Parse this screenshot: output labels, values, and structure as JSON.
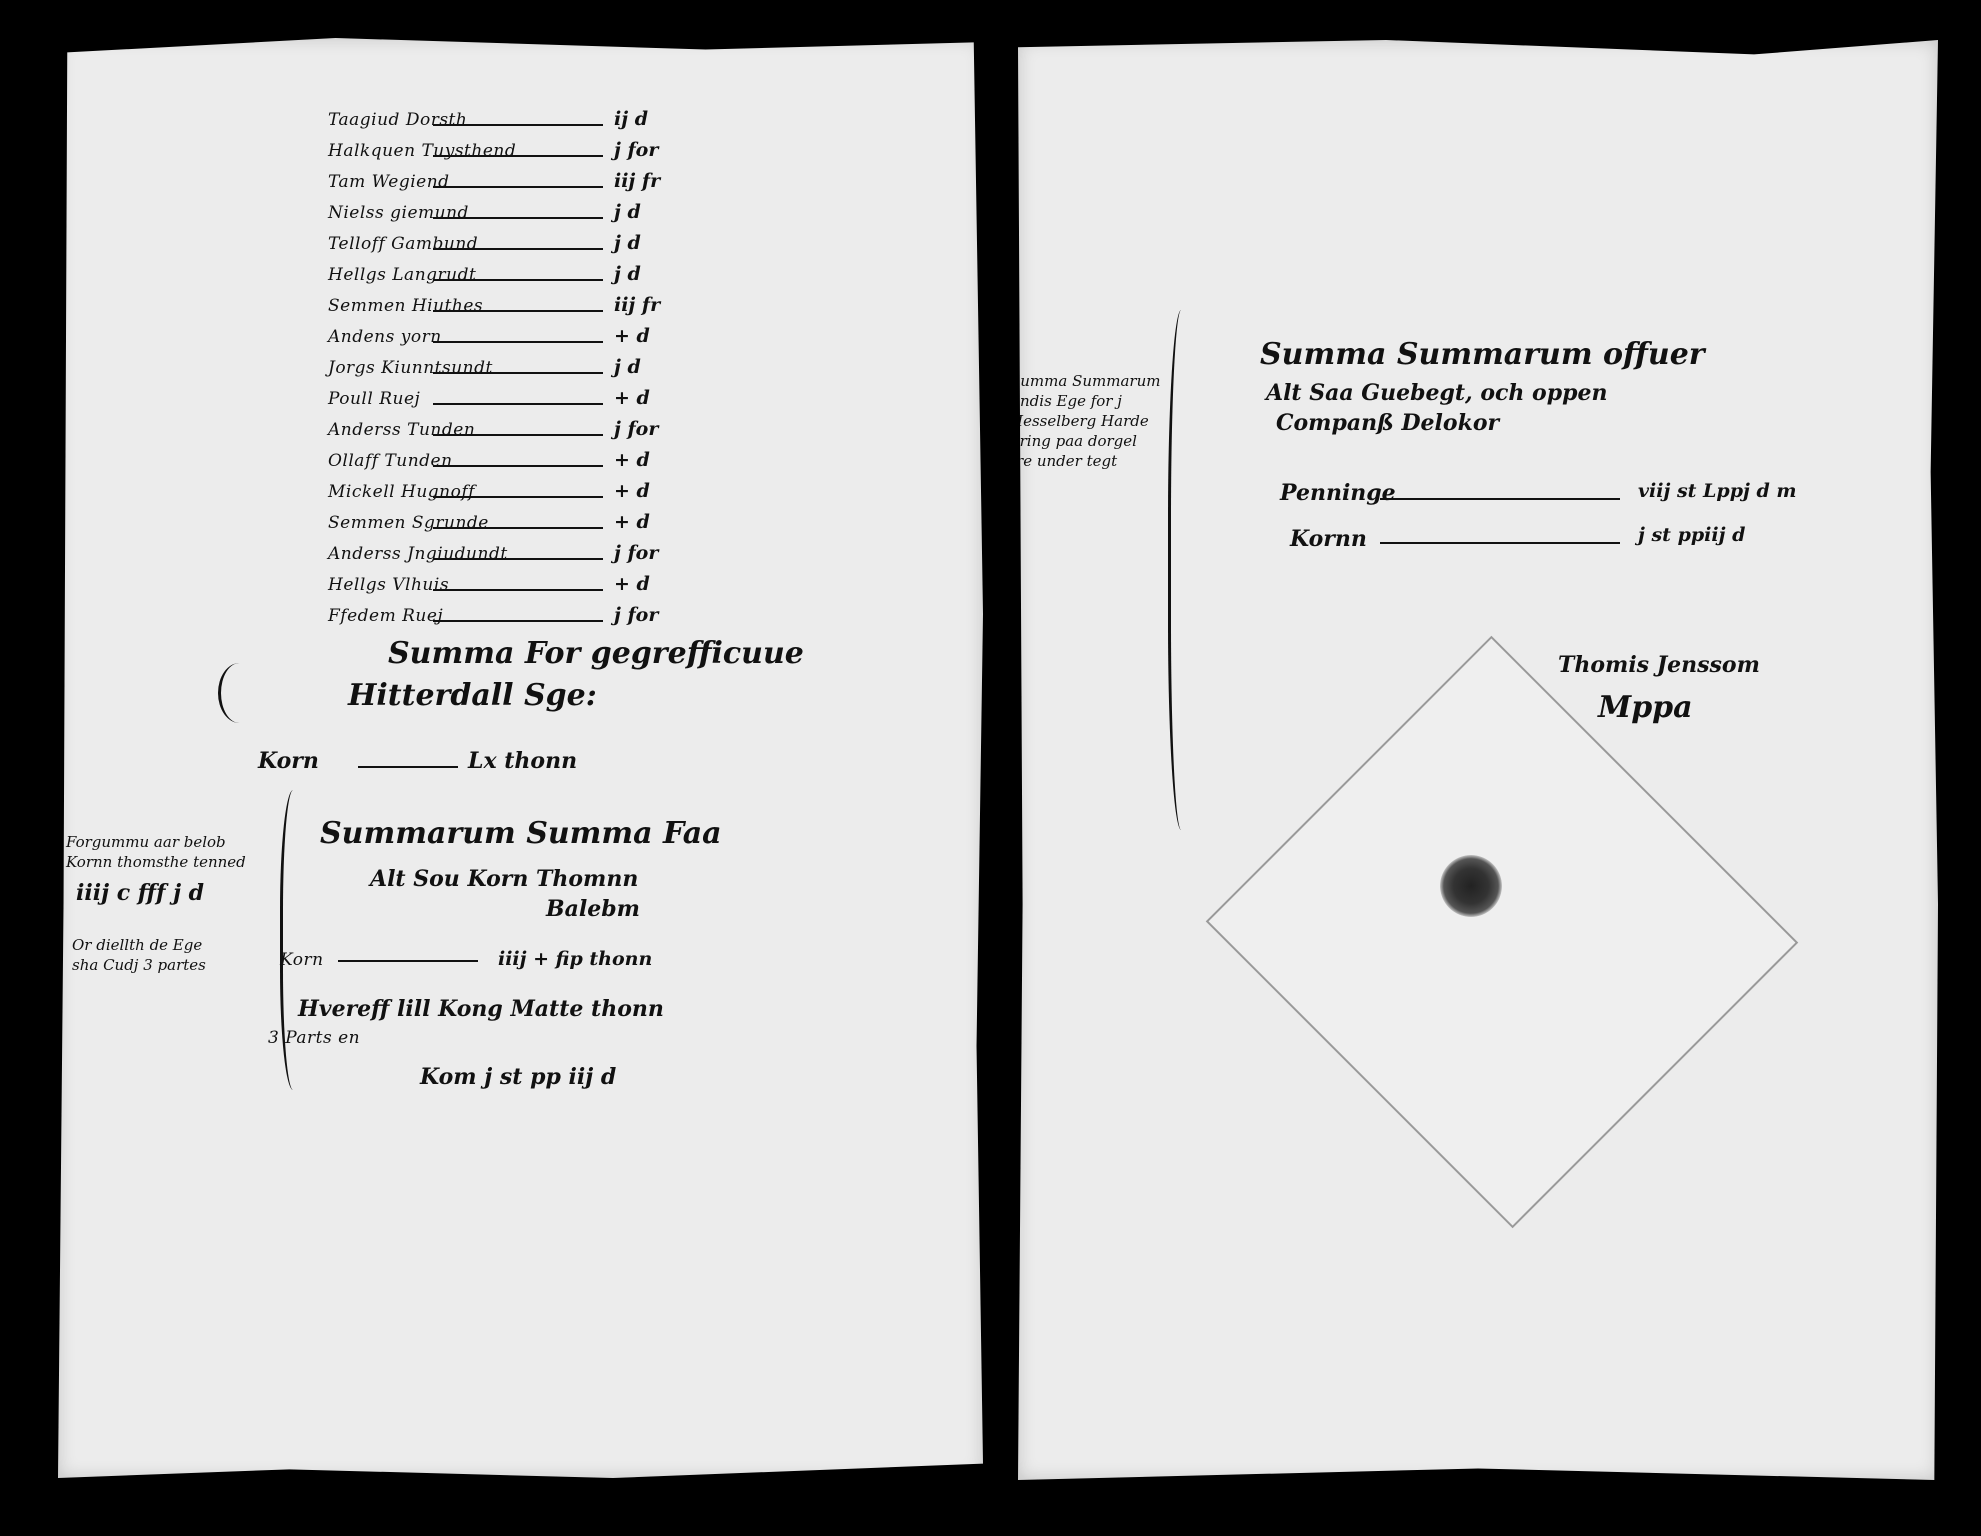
{
  "left_page": {
    "entries": [
      {
        "name": "Taagiud Dorsth",
        "amount": "ij d"
      },
      {
        "name": "Halkquen Tuysthend",
        "amount": "j for"
      },
      {
        "name": "Tam Wegiend",
        "amount": "iij fr"
      },
      {
        "name": "Nielss giemund",
        "amount": "j d"
      },
      {
        "name": "Telloff Gambund",
        "amount": "j d"
      },
      {
        "name": "Hellgs Langrudt",
        "amount": "j d"
      },
      {
        "name": "Semmen Hiuthes",
        "amount": "iij fr"
      },
      {
        "name": "Andens yorn",
        "amount": "+ d"
      },
      {
        "name": "Jorgs Kiunntsundt",
        "amount": "j d"
      },
      {
        "name": "Poull Ruej",
        "amount": "+ d"
      },
      {
        "name": "Anderss Tunden",
        "amount": "j for"
      },
      {
        "name": "Ollaff Tunden",
        "amount": "+ d"
      },
      {
        "name": "Mickell Hugnoff",
        "amount": "+ d"
      },
      {
        "name": "Semmen Sgrunde",
        "amount": "+ d"
      },
      {
        "name": "Anderss Jngiudundt",
        "amount": "j for"
      },
      {
        "name": "Hellgs Vlhuis",
        "amount": "+ d"
      },
      {
        "name": "Ffedem Ruej",
        "amount": "j for"
      }
    ],
    "summa_heading_1": "Summa For gegrefficuue",
    "summa_heading_2": "Hitterdall Sge:",
    "korn_label": "Korn",
    "korn_value": "Lx thonn",
    "margin_note_1": "Forgummu aar belob",
    "margin_note_2": "Kornn thomsthe tenned",
    "margin_tally": "iiij c fff j d",
    "margin_note_3": "Or diellth de Ege",
    "margin_note_4": "sha Cudj 3 partes",
    "summarum_1": "Summarum Summa Faa",
    "summarum_2": "Alt Sou Korn Thomnn",
    "summarum_3": "Balebm",
    "korn_line": "Korn",
    "korn_line_value": "iiij + fip thonn",
    "hvereff_line": "Hvereff lill Kong Matte thonn",
    "three_parts": "3 Parts en",
    "final_line": "Kom j st pp iij d"
  },
  "right_page": {
    "side_note_1": "Summa Summarum",
    "side_note_2": "findis Ege for j",
    "side_note_3": "Hesselberg Harde",
    "side_note_4": "bring paa dorgel",
    "side_note_5": "tre under tegt",
    "heading_1": "Summa Summarum offuer",
    "heading_2": "Alt Saa Guebegt, och oppen",
    "heading_3": "Companß Delokor",
    "row1_label": "Penninge",
    "row1_value": "viij st Lppj d m",
    "row2_label": "Kornn",
    "row2_value": "j st ppiij d",
    "signature_1": "Thomis Jenssom",
    "signature_2": "Mppa"
  }
}
